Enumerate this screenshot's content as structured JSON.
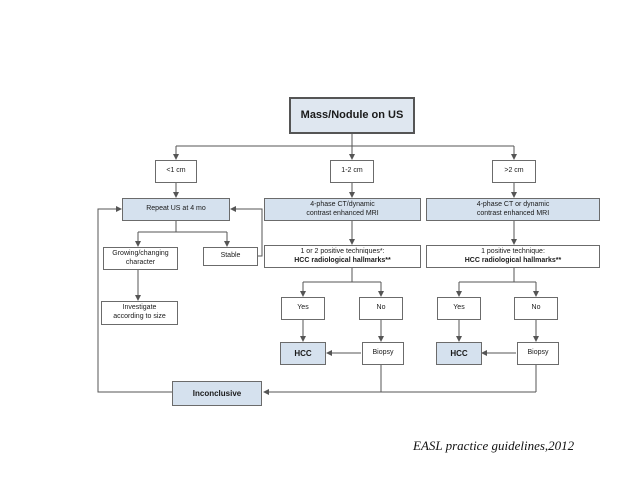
{
  "flowchart": {
    "title": "Mass/Nodule on US",
    "size_small": "<1 cm",
    "size_mid": "1-2 cm",
    "size_large": ">2 cm",
    "repeat_us": "Repeat US at 4 mo",
    "growing_line1": "Growing/changing",
    "growing_line2": "character",
    "stable": "Stable",
    "investigate_line1": "Investigate",
    "investigate_line2": "according to size",
    "ct_mid_line1": "4-phase CT/dynamic",
    "ct_mid_line2": "contrast enhanced MRI",
    "ct_large_line1": "4-phase CT or dynamic",
    "ct_large_line2": "contrast enhanced MRI",
    "tech_mid_line1": "1 or 2 positive techniques*:",
    "tech_mid_line2": "HCC radiological hallmarks**",
    "tech_large_line1": "1 positive technique:",
    "tech_large_line2": "HCC radiological hallmarks**",
    "yes_mid": "Yes",
    "no_mid": "No",
    "yes_large": "Yes",
    "no_large": "No",
    "hcc_mid": "HCC",
    "biopsy_mid": "Biopsy",
    "hcc_large": "HCC",
    "biopsy_large": "Biopsy",
    "inconclusive": "Inconclusive"
  },
  "caption": "EASL practice guidelines,2012",
  "colors": {
    "box_fill_blue": "#d5e1ee",
    "line": "#555555"
  }
}
